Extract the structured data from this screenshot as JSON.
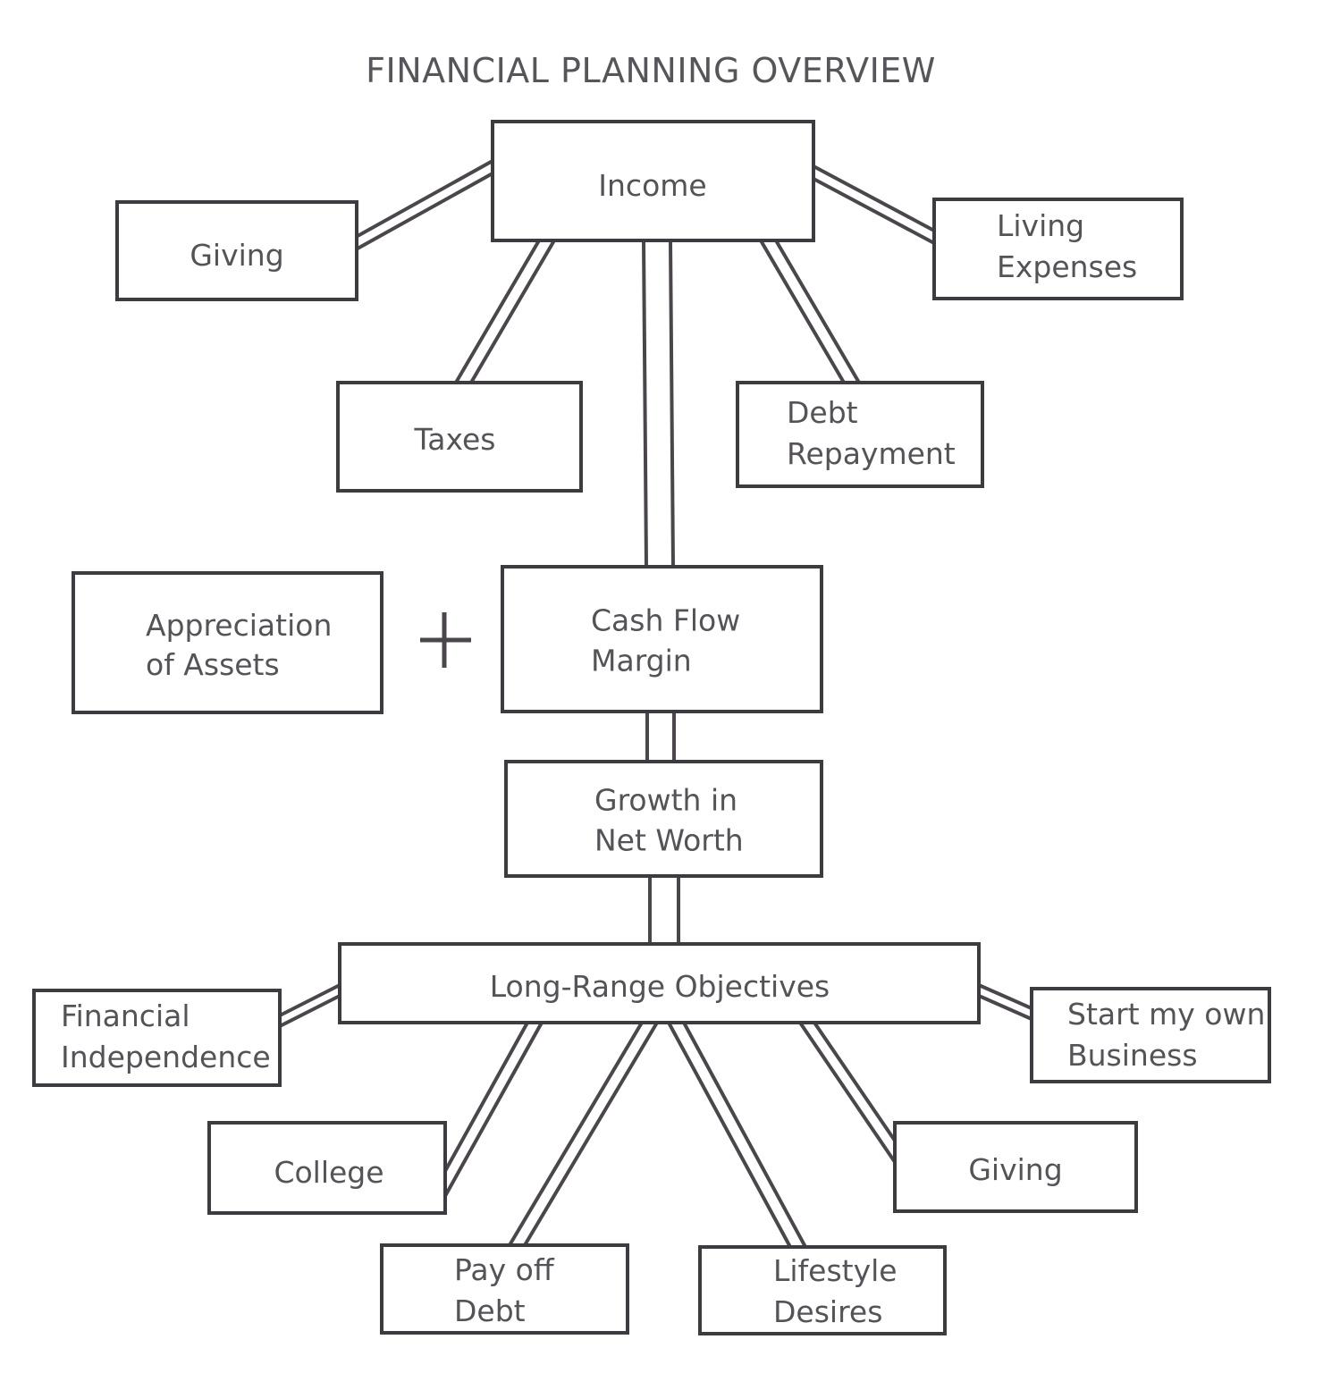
{
  "title": "FINANCIAL PLANNING OVERVIEW",
  "colors": {
    "stroke": "#3d3a40",
    "text": "#555258",
    "background": "#ffffff"
  },
  "operator": "+",
  "nodes": {
    "income": [
      "Income"
    ],
    "giving_top": [
      "Giving"
    ],
    "living_expenses": [
      "Living",
      "Expenses"
    ],
    "taxes": [
      "Taxes"
    ],
    "debt_repayment": [
      "Debt",
      "Repayment"
    ],
    "appreciation": [
      "Appreciation",
      "of Assets"
    ],
    "cash_flow": [
      "Cash Flow",
      "Margin"
    ],
    "growth": [
      "Growth in",
      "Net Worth"
    ],
    "long_range": [
      "Long-Range Objectives"
    ],
    "financial_independence": [
      "Financial",
      "Independence"
    ],
    "start_business": [
      "Start my own",
      "Business"
    ],
    "college": [
      "College"
    ],
    "giving_bottom": [
      "Giving"
    ],
    "pay_off_debt": [
      "Pay off",
      "Debt"
    ],
    "lifestyle": [
      "Lifestyle",
      "Desires"
    ]
  },
  "edges": [
    [
      "income",
      "giving_top"
    ],
    [
      "income",
      "living_expenses"
    ],
    [
      "income",
      "taxes"
    ],
    [
      "income",
      "debt_repayment"
    ],
    [
      "income",
      "cash_flow"
    ],
    [
      "cash_flow",
      "growth"
    ],
    [
      "growth",
      "long_range"
    ],
    [
      "long_range",
      "financial_independence"
    ],
    [
      "long_range",
      "start_business"
    ],
    [
      "long_range",
      "college"
    ],
    [
      "long_range",
      "giving_bottom"
    ],
    [
      "long_range",
      "pay_off_debt"
    ],
    [
      "long_range",
      "lifestyle"
    ]
  ]
}
